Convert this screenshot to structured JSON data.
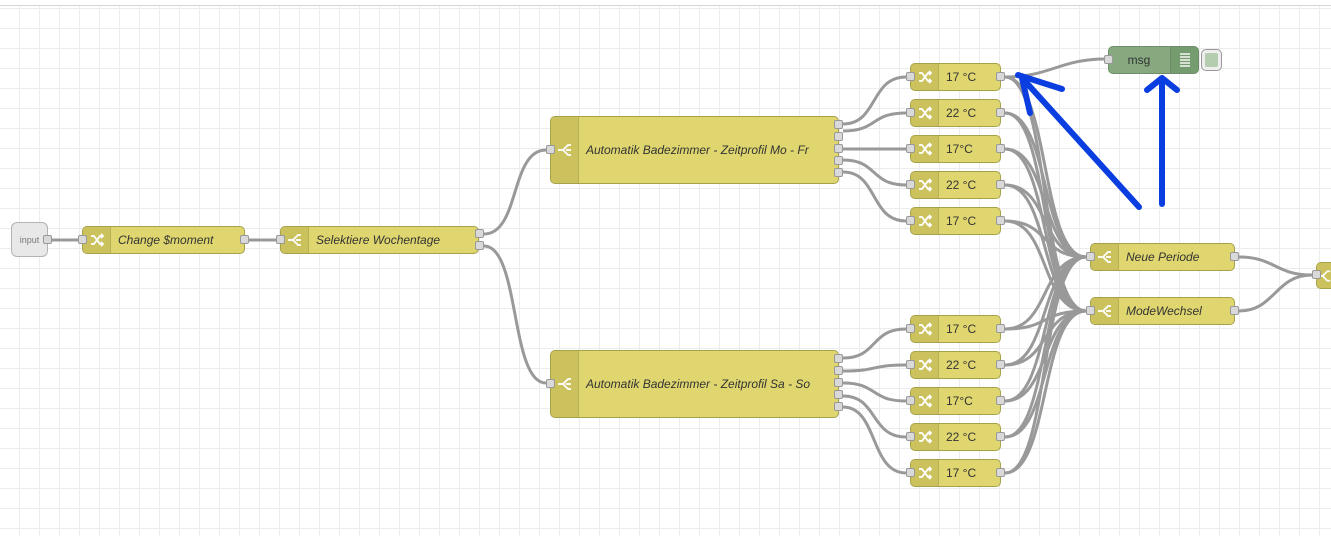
{
  "canvas": {
    "grid_color": "#ececec",
    "link_color": "#999999",
    "node_color": "#dfd66f",
    "annotation_color": "#0b3ee0"
  },
  "inject": {
    "label": "input"
  },
  "nodes": {
    "change_moment": "Change $moment",
    "select_weekdays": "Selektiere Wochentage",
    "profile_weekdays": "Automatik Badezimmer - Zeitprofil Mo - Fr",
    "profile_weekend": "Automatik Badezimmer - Zeitprofil Sa - So",
    "top_temps": [
      "17 °C",
      "22 °C",
      "17°C",
      "22 °C",
      "17 °C"
    ],
    "bottom_temps": [
      "17 °C",
      "22 °C",
      "17°C",
      "22 °C",
      "17 °C"
    ],
    "new_period": "Neue Periode",
    "mode_change": "ModeWechsel"
  },
  "debug": {
    "label": "msg",
    "icon": "list-icon"
  }
}
